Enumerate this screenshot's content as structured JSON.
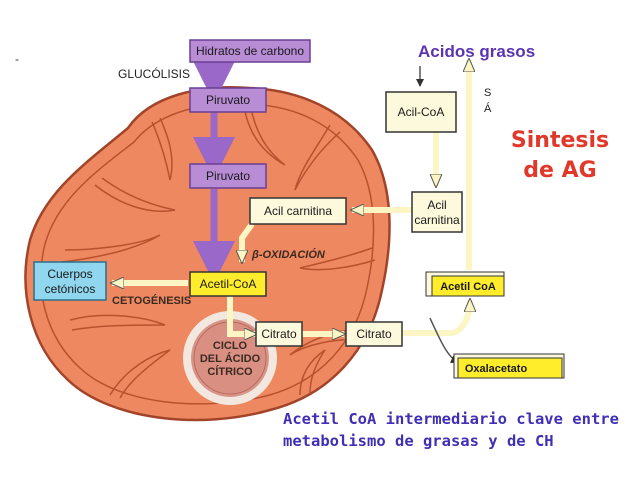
{
  "diagram": {
    "hydrates_label": "Hidratos de carbono",
    "glycolysis_label": "GLUCÓLISIS",
    "pyruvate_outer": "Piruvato",
    "pyruvate_inner": "Piruvato",
    "acyl_carnitine_inner": "Acil carnitina",
    "beta_oxidation_label": "β-OXIDACIÓN",
    "ketone_bodies_line1": "Cuerpos",
    "ketone_bodies_line2": "cetónicos",
    "ketogenesis_label": "CETOGÉNESIS",
    "acetyl_coa_inner": "Acetil-CoA",
    "citrate_inner": "Citrato",
    "citrate_outer": "Citrato",
    "krebs_line1": "CICLO",
    "krebs_line2": "DEL ÁCIDO",
    "krebs_line3": "CÍTRICO",
    "fatty_acids_title": "Acidos grasos",
    "acyl_coa_label": "Acil-CoA",
    "acyl_carnitine_outer_line1": "Acil",
    "acyl_carnitine_outer_line2": "carnitina",
    "acetyl_coa_outer": "Acetil CoA",
    "oxaloacetate_label": "Oxalacetato",
    "sa_letter1": "S",
    "sa_letter2": "Á",
    "synthesis_line1": "Sintesis",
    "synthesis_line2": "de AG",
    "caption_line1": "Acetil CoA intermediario clave entre",
    "caption_line2": "metabolismo de grasas y de CH",
    "margin_dash": "-"
  },
  "colors": {
    "mitochondrion_fill": "#ee8860",
    "mitochondrion_stroke": "#a2442a",
    "purple_box": "#b98cd6",
    "cream_box": "#fdf9dc",
    "yellow_box": "#ffec2a",
    "cyan_box": "#8fd6ee",
    "purple_arrow": "#9a68c8",
    "cream_arrow": "#fbf6c4",
    "title_purple": "#5b34b0",
    "synthesis_red": "#e0392b",
    "caption_blue": "#3f2fb5"
  }
}
